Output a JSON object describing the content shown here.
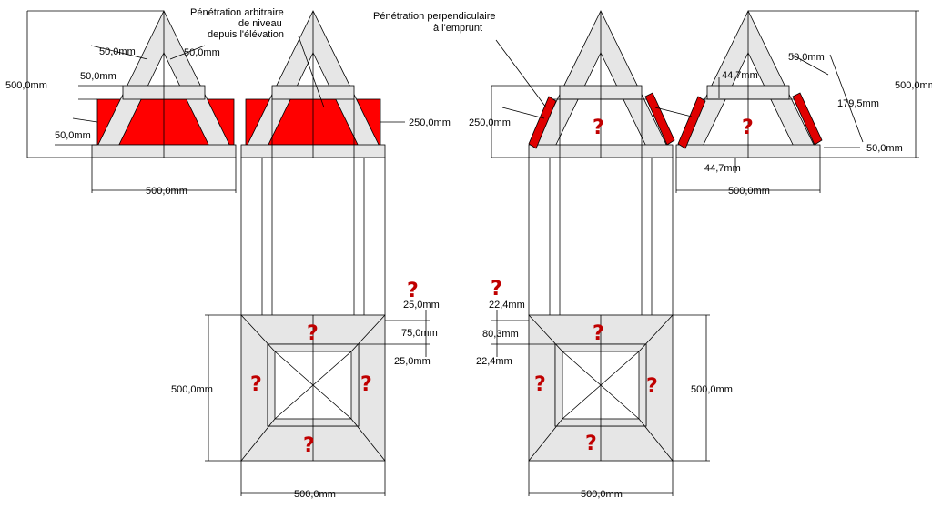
{
  "notes": {
    "left_title_1": "Pénétration arbitraire",
    "left_title_2": "de niveau",
    "left_title_3": "depuis l'élévation",
    "right_title_1": "Pénétration perpendiculaire",
    "right_title_2": "à  l'emprunt"
  },
  "dimensions": {
    "l_height": "500,0mm",
    "l_wall_a": "50,0mm",
    "l_wall_b": "50,0mm",
    "l_top_offset": "50,0mm",
    "l_bottom_offset": "50,0mm",
    "l_pen_height": "250,0mm",
    "l_base_width": "500,0mm",
    "r_pen_height": "250,0mm",
    "r_top_gap": "44,7mm",
    "r_wall": "50,0mm",
    "r_slant": "179,5mm",
    "r_wall_bottom": "50,0mm",
    "r_bottom_gap": "44,7mm",
    "r_height": "500,0mm",
    "r_base_width": "500,0mm",
    "pl_d1": "25,0mm",
    "pl_d2": "75,0mm",
    "pl_d3": "25,0mm",
    "pl_height": "500,0mm",
    "pl_width": "500,0mm",
    "pr_d1": "22,4mm",
    "pr_d2": "80,3mm",
    "pr_d3": "22,4mm",
    "pr_height": "500,0mm",
    "pr_width": "500,0mm"
  },
  "unknown_mark": "?",
  "colors": {
    "penetration": "#ff0000",
    "wall": "#e6e6e6",
    "question": "#c00000"
  }
}
